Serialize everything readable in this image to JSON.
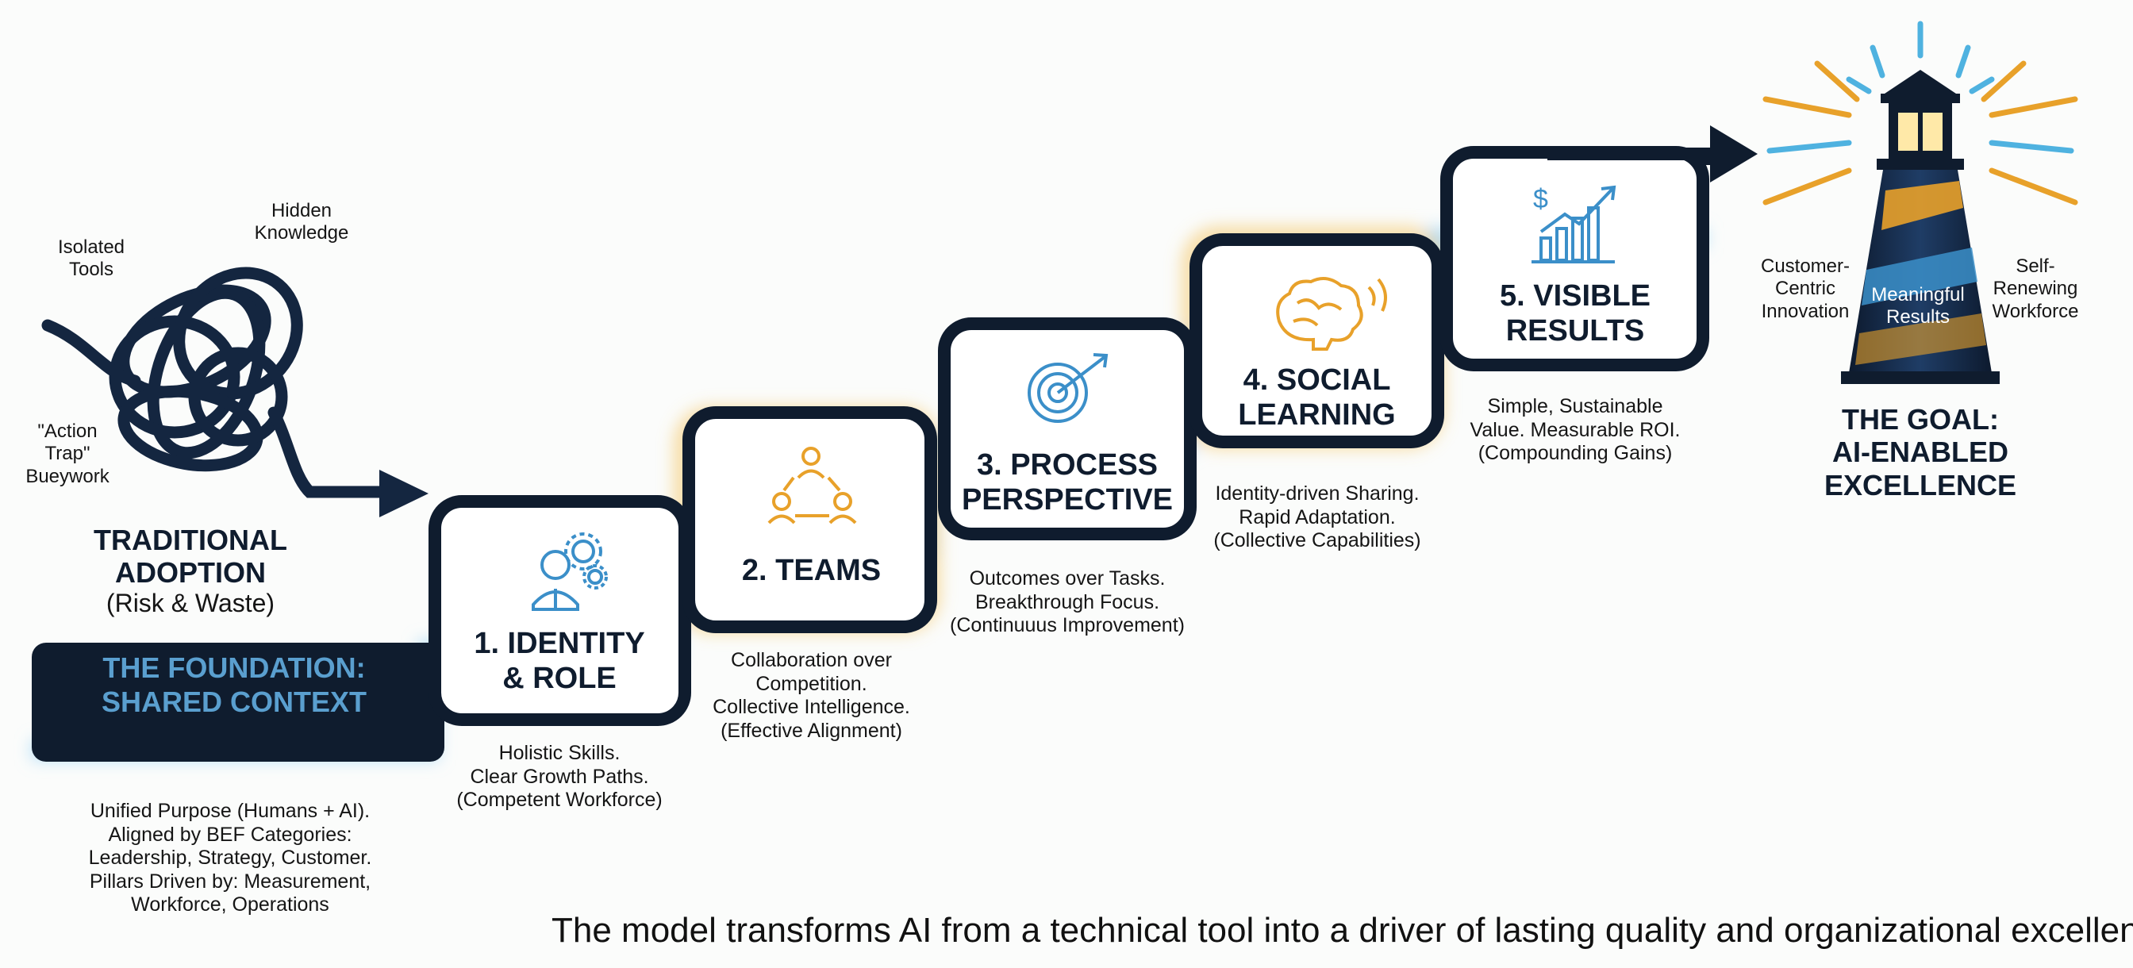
{
  "traditional": {
    "labels": [
      "Isolated Tools",
      "Hidden Knowledge",
      "\"Action Trap\" Bueywork"
    ],
    "title": "TRADITIONAL ADOPTION",
    "subtitle": "(Risk & Waste)"
  },
  "foundation": {
    "title": "THE FOUNDATION: SHARED CONTEXT",
    "desc": [
      "Unified Purpose (Humans + AI).",
      "Aligned by BEF Categories:",
      "Leadership, Strategy, Customer.",
      "Pillars Driven by: Measurement,",
      "Workforce, Operations"
    ]
  },
  "steps": [
    {
      "title": [
        "1. IDENTITY",
        "& ROLE"
      ],
      "icon": "person-gears-icon",
      "desc": [
        "Holistic Skills.",
        "Clear Growth Paths.",
        "(Competent Workforce)"
      ]
    },
    {
      "title": [
        "2. TEAMS"
      ],
      "icon": "team-circle-icon",
      "desc": [
        "Collaboration over",
        "Competition.",
        "Collective Intelligence.",
        "(Effective Alignment)"
      ]
    },
    {
      "title": [
        "3. PROCESS",
        "PERSPECTIVE"
      ],
      "icon": "target-icon",
      "desc": [
        "Outcomes over Tasks.",
        "Breakthrough Focus.",
        "(Continuuus Improvement)"
      ]
    },
    {
      "title": [
        "4. SOCIAL",
        "LEARNING"
      ],
      "icon": "brain-icon",
      "desc": [
        "Identity-driven Sharing.",
        "Rapid Adaptation.",
        "(Collective Capabilities)"
      ]
    },
    {
      "title": [
        "5. VISIBLE",
        "RESULTS"
      ],
      "icon": "growth-chart-icon",
      "desc": [
        "Simple, Sustainable",
        "Value. Measurable ROI.",
        "(Compounding Gains)"
      ]
    }
  ],
  "goal": {
    "left": "Customer-Centric Innovation",
    "center": "Meaningful Results",
    "right": "Self-Renewing Workforce",
    "title": [
      "THE GOAL:",
      "AI-ENABLED",
      "EXCELLENCE"
    ]
  },
  "caption": "The model transforms AI from a technical tool into a driver of lasting quality and organizational excellence.",
  "colors": {
    "navy": "#0f1c2e",
    "gold": "#e8a12a",
    "blue": "#3b8fc9",
    "glow": "#8fd0f2"
  }
}
